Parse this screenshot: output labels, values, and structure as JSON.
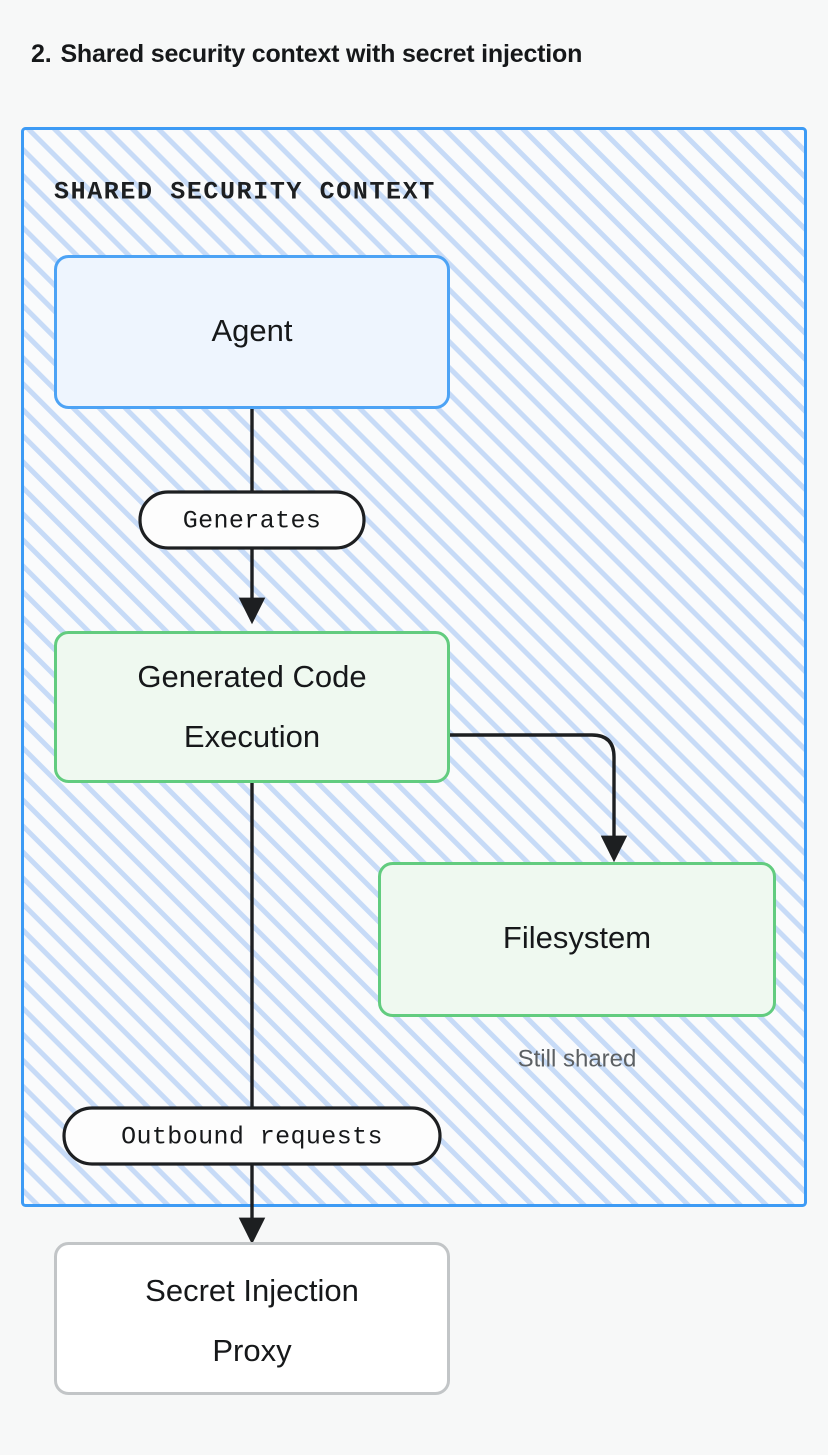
{
  "figure": {
    "title_number": "2.",
    "title_text": "Shared security context with secret injection",
    "background_color": "#f7f8f8"
  },
  "container": {
    "label": "SHARED SECURITY CONTEXT",
    "border_color": "#3d9bf5",
    "hatch_color": "#c7dbf7",
    "hatch_background": "#fafbfc"
  },
  "nodes": [
    {
      "id": "agent",
      "label": "Agent",
      "border_color": "#4da3f5",
      "fill_color": "#eef5fe"
    },
    {
      "id": "generated-code-execution",
      "label_line1": "Generated Code",
      "label_line2": "Execution",
      "border_color": "#62cc7f",
      "fill_color": "#eff9f0"
    },
    {
      "id": "filesystem",
      "label": "Filesystem",
      "border_color": "#62cc7f",
      "fill_color": "#eff9f0"
    },
    {
      "id": "secret-injection-proxy",
      "label_line1": "Secret Injection",
      "label_line2": "Proxy",
      "border_color": "#c2c5c7",
      "fill_color": "#ffffff"
    }
  ],
  "edges": [
    {
      "id": "agent-to-code",
      "label": "Generates",
      "from": "agent",
      "to": "generated-code-execution"
    },
    {
      "id": "code-to-filesystem",
      "label": "",
      "from": "generated-code-execution",
      "to": "filesystem"
    },
    {
      "id": "code-to-proxy",
      "label": "Outbound requests",
      "from": "generated-code-execution",
      "to": "secret-injection-proxy"
    }
  ],
  "annotations": [
    {
      "id": "still-shared",
      "text": "Still shared",
      "color": "#5c6063"
    }
  ]
}
